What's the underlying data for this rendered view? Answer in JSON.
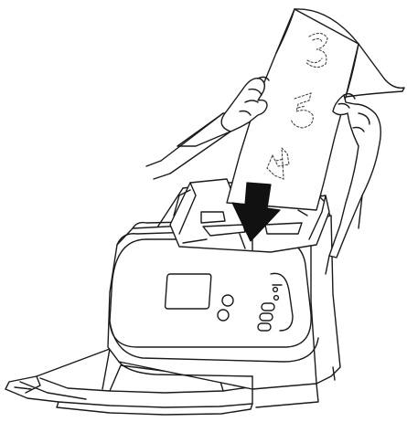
{
  "illustration": {
    "stroke_color": "#1a1a1a",
    "fill_color": "#ffffff",
    "arrow_fill": "#111111",
    "paper_marks": [
      "3",
      "5",
      "4"
    ]
  },
  "icons": {
    "arrow": "down-arrow-icon"
  }
}
